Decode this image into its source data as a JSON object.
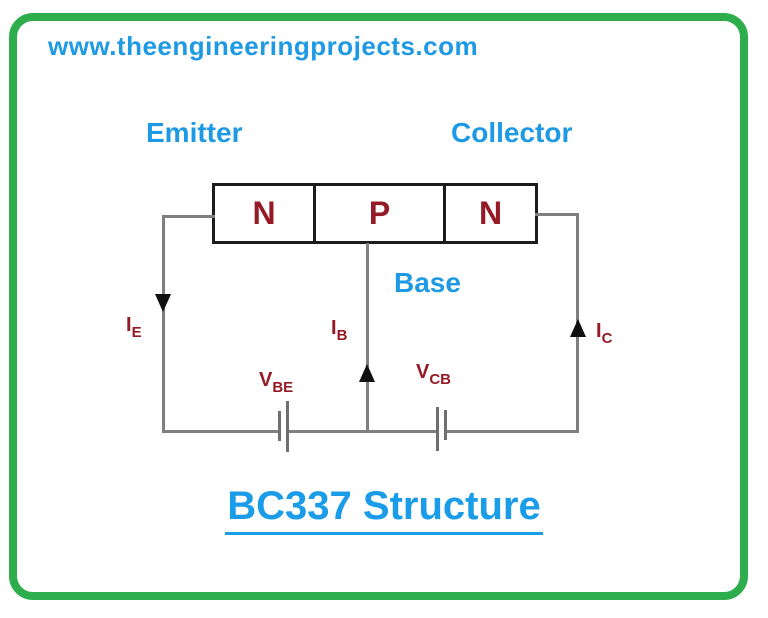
{
  "watermark": {
    "url": "www.theengineeringprojects.com"
  },
  "title": "BC337 Structure",
  "transistor": {
    "type": "NPN",
    "terminals": {
      "emitter": "Emitter",
      "collector": "Collector",
      "base": "Base"
    },
    "regions": [
      "N",
      "P",
      "N"
    ],
    "currents": {
      "emitter": {
        "symbol": "I",
        "sub": "E"
      },
      "base": {
        "symbol": "I",
        "sub": "B"
      },
      "collector": {
        "symbol": "I",
        "sub": "C"
      }
    },
    "voltages": {
      "base_emitter": {
        "symbol": "V",
        "sub": "BE"
      },
      "collector_base": {
        "symbol": "V",
        "sub": "CB"
      }
    }
  },
  "colors": {
    "border_green": "#2ead4d",
    "label_blue": "#1e9ae4",
    "value_dark_red": "#941b26",
    "wire_gray": "#7f7f7f",
    "outline_black": "#1c1c1c"
  }
}
